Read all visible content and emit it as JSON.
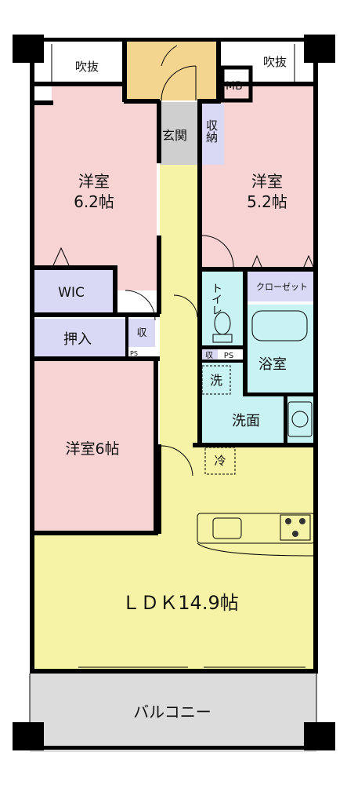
{
  "rooms": {
    "void_left": "吹抜",
    "void_right": "吹抜",
    "meter_box": "MB",
    "entrance": "玄関",
    "storage": "収納",
    "bedroom_1_name": "洋室",
    "bedroom_1_size": "6.2帖",
    "bedroom_2_name": "洋室",
    "bedroom_2_size": "5.2帖",
    "walk_in_closet": "WIC",
    "closet": "クローゼット",
    "toilet": "トイレ",
    "oshiire": "押入",
    "small_storage": "収",
    "ps_1": "PS",
    "ps_2": "PS",
    "storage_2": "収",
    "bathroom": "浴室",
    "laundry": "洗",
    "washroom": "洗面",
    "bedroom_3": "洋室6帖",
    "fridge": "冷",
    "ldk": "ＬＤＫ14.9帖",
    "balcony": "バルコニー"
  },
  "colors": {
    "bedroom": "#f7d3d3",
    "storage": "#d9d9f5",
    "hallway_ldk": "#f7f3a6",
    "entrance": "#f4d58f",
    "genkan_floor": "#cfcfcf",
    "wet_area": "#c9f2f2",
    "balcony": "#dcdcdc",
    "wall": "#000000"
  }
}
